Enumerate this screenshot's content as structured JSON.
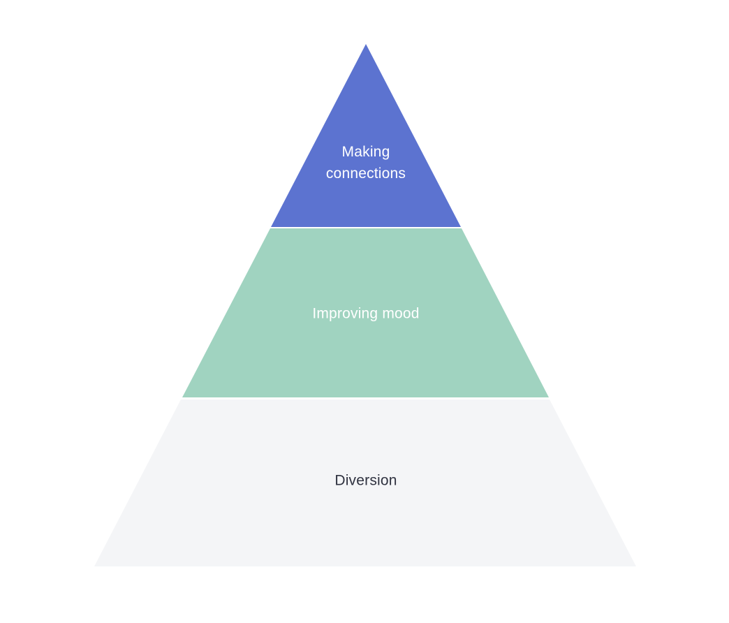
{
  "page": {
    "background": "#FFFFFF"
  },
  "diagram": {
    "type": "pyramid",
    "orientation": "point-up",
    "levels": [
      {
        "id": "top",
        "label": "Making connections",
        "fill": "#5C73D0",
        "text_color": "#FFFFFF"
      },
      {
        "id": "middle",
        "label": "Improving mood",
        "fill": "#A0D3C0",
        "text_color": "#FFFFFF"
      },
      {
        "id": "bottom",
        "label": "Diversion",
        "fill": "#F4F5F7",
        "text_color": "#2F3240"
      }
    ]
  }
}
